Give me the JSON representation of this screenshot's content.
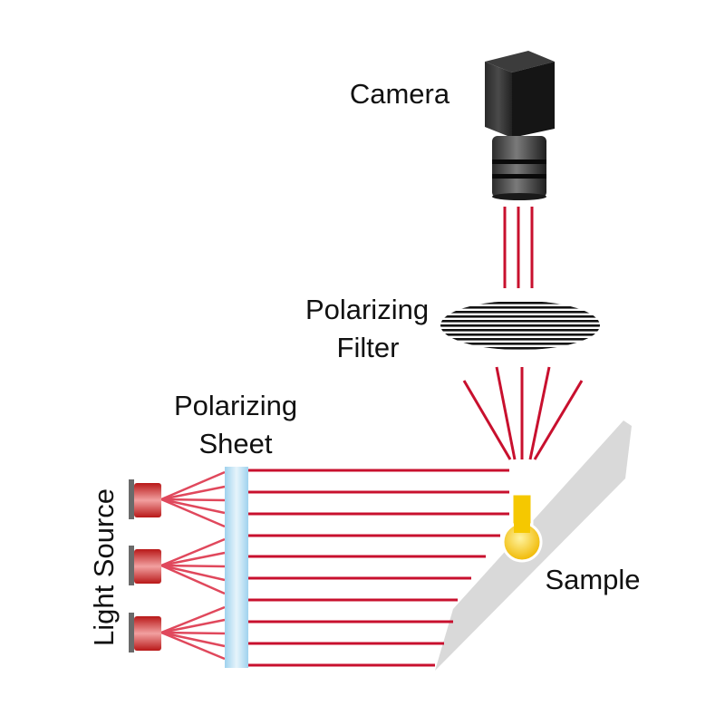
{
  "labels": {
    "camera": "Camera",
    "filter_line1": "Polarizing",
    "filter_line2": "Filter",
    "sheet_line1": "Polarizing",
    "sheet_line2": "Sheet",
    "light_source": "Light Source",
    "sample": "Sample"
  },
  "colors": {
    "beam": "#c8102e",
    "fan_beam": "#e0485c",
    "camera_body": "#1e1e1e",
    "sheet": "#a9d8f0",
    "stage": "#d9d9d9",
    "sample": "#f5c800",
    "led_red": "#d42020"
  }
}
